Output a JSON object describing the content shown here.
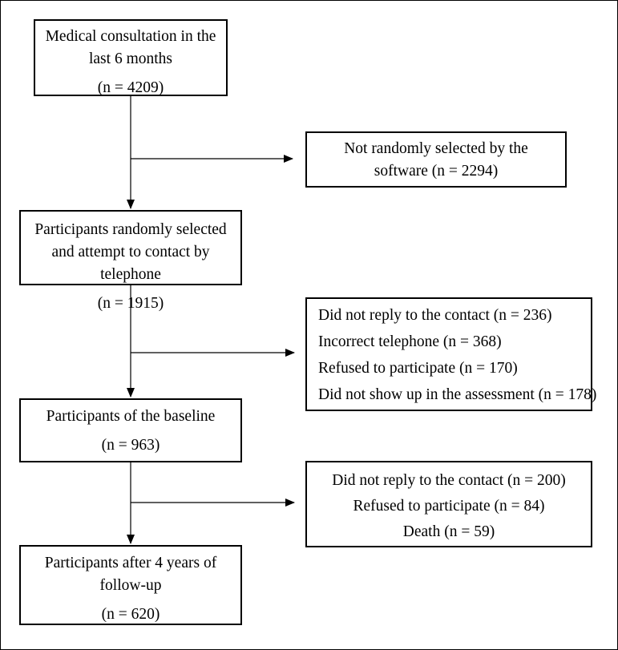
{
  "boxes": {
    "consultation": {
      "line1": "Medical consultation in the",
      "line2": "last 6 months",
      "count": "(n = 4209)"
    },
    "not_selected": {
      "line1": "Not randomly selected by the",
      "line2": "software (n = 2294)"
    },
    "selected": {
      "line1": "Participants randomly selected",
      "line2": "and attempt to contact by",
      "line3": "telephone",
      "count": "(n = 1915)"
    },
    "exclusions_baseline": {
      "items": [
        "Did not reply to the contact (n = 236)",
        "Incorrect telephone (n = 368)",
        "Refused to participate (n = 170)",
        "Did not show up in the assessment (n = 178)"
      ]
    },
    "baseline": {
      "line1": "Participants of the baseline",
      "count": "(n = 963)"
    },
    "exclusions_followup": {
      "items": [
        "Did not reply to the contact (n = 200)",
        "Refused to participate (n = 84)",
        "Death (n = 59)"
      ]
    },
    "followup": {
      "line1": "Participants after 4 years of",
      "line2": "follow-up",
      "count": "(n = 620)"
    }
  }
}
